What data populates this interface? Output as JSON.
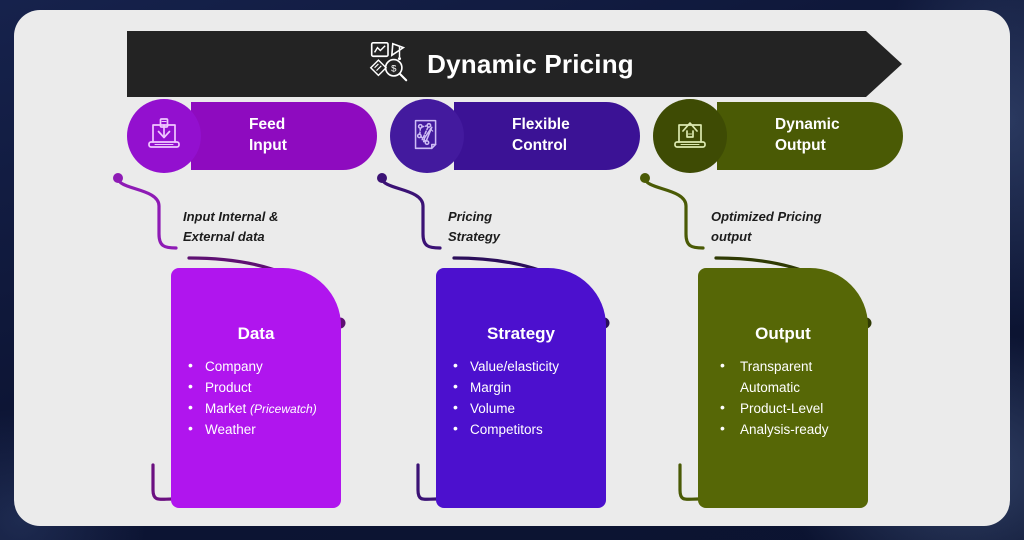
{
  "theme": {
    "bg_navy": "#111a3d",
    "card_bg": "#ebebeb",
    "title_bg": "#232323",
    "purple_bright": "#B015EE",
    "purple_pill": "#8E0BBF",
    "purple_circle": "#9310CF",
    "violet_deep": "#4C10CE",
    "violet_pill": "#3B1295",
    "violet_circle": "#431A9E",
    "olive": "#566706",
    "olive_pill": "#4A5A05",
    "olive_circle": "#3E4B04",
    "connector_purple": "#6B1080",
    "connector_violet": "#3B1275",
    "connector_olive": "#4A5A05",
    "caption_text": "#1c1c1c"
  },
  "title": {
    "text": "Dynamic Pricing",
    "icon": "chart-magnifier-dollar-icon"
  },
  "headers": [
    {
      "label": "Feed\nInput",
      "icon": "laptop-download-icon",
      "circle_color": "#9310CF",
      "pill_color": "#8E0BBF"
    },
    {
      "label": "Flexible\nControl",
      "icon": "strategy-playbook-icon",
      "circle_color": "#431A9E",
      "pill_color": "#3B1295"
    },
    {
      "label": "Dynamic\nOutput",
      "icon": "laptop-upload-icon",
      "circle_color": "#3E4B04",
      "pill_color": "#4A5A05"
    }
  ],
  "captions": [
    {
      "text": "Input Internal &\nExternal data"
    },
    {
      "text": "Pricing\nStrategy"
    },
    {
      "text": "Optimized Pricing\noutput"
    }
  ],
  "panels": [
    {
      "title": "Data",
      "color": "#B015EE",
      "items": [
        {
          "text": "Company",
          "bullet": true
        },
        {
          "text": "Product",
          "bullet": true
        },
        {
          "text": "Market ",
          "italic_suffix": "(Pricewatch)",
          "bullet": true
        },
        {
          "text": "Weather",
          "bullet": true
        }
      ]
    },
    {
      "title": "Strategy",
      "color": "#4C10CE",
      "items": [
        {
          "text": "Value/elasticity",
          "bullet": true
        },
        {
          "text": "Margin",
          "bullet": true
        },
        {
          "text": "Volume",
          "bullet": true
        },
        {
          "text": "Competitors",
          "bullet": true
        }
      ]
    },
    {
      "title": "Output",
      "color": "#566706",
      "items": [
        {
          "text": "Transparent",
          "bullet": true
        },
        {
          "text": "Automatic",
          "bullet": false
        },
        {
          "text": "Product-Level",
          "bullet": true
        },
        {
          "text": "Analysis-ready",
          "bullet": true
        }
      ]
    }
  ]
}
